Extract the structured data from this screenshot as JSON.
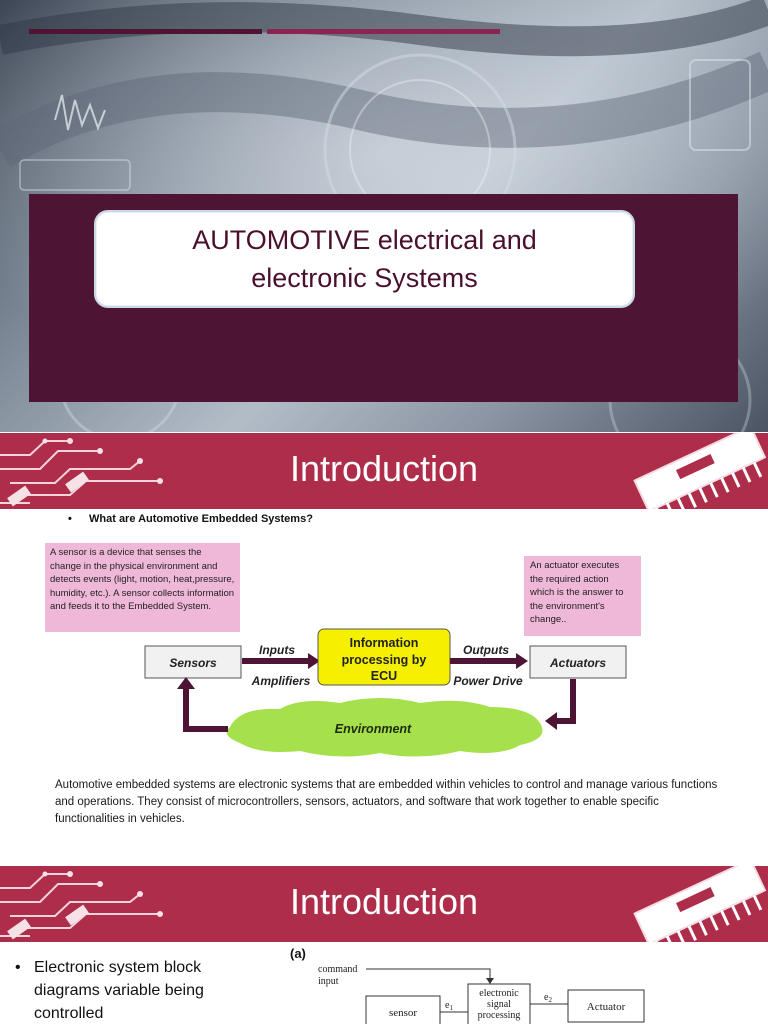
{
  "slide1": {
    "title": "AUTOMOTIVE electrical and electronic Systems"
  },
  "slide2": {
    "heading": "Introduction",
    "question": "What are Automotive Embedded Systems?",
    "sensor_note": "A sensor is a device that senses the change in the physical environment and detects events (light, motion, heat,pressure, humidity, etc.). A sensor collects information and feeds it to the Embedded System.",
    "actuator_note": "An actuator executes the required action which is the answer to the environment's change..",
    "diagram": {
      "sensors": "Sensors",
      "inputs": "Inputs",
      "amplifiers": "Amplifiers",
      "ecu_line1": "Information",
      "ecu_line2": "processing by",
      "ecu_line3": "ECU",
      "outputs": "Outputs",
      "power_drive": "Power Drive",
      "actuators": "Actuators",
      "environment": "Environment"
    },
    "summary": "Automotive embedded systems are electronic systems that are embedded within vehicles to control and manage various functions and operations. They consist of microcontrollers, sensors, actuators, and software that work together to enable specific functionalities in vehicles."
  },
  "slide3": {
    "heading": "Introduction",
    "bullets": [
      "Electronic system block diagrams variable being controlled"
    ],
    "figure": {
      "label": "(a)",
      "command_line1": "command",
      "command_line2": "input",
      "sensor": "sensor",
      "e1_left": "e",
      "e1_left_sub": "1",
      "processing_line1": "electronic",
      "processing_line2": "signal",
      "processing_line3": "processing",
      "e2_right": "e",
      "e2_right_sub": "2",
      "actuator": "Actuator"
    }
  },
  "colors": {
    "header_red": "#ae2d4b",
    "maroon": "#4e1434",
    "pink_note": "#efb7d8",
    "ecu_yellow": "#f4f000",
    "env_green": "#a7e04d"
  }
}
